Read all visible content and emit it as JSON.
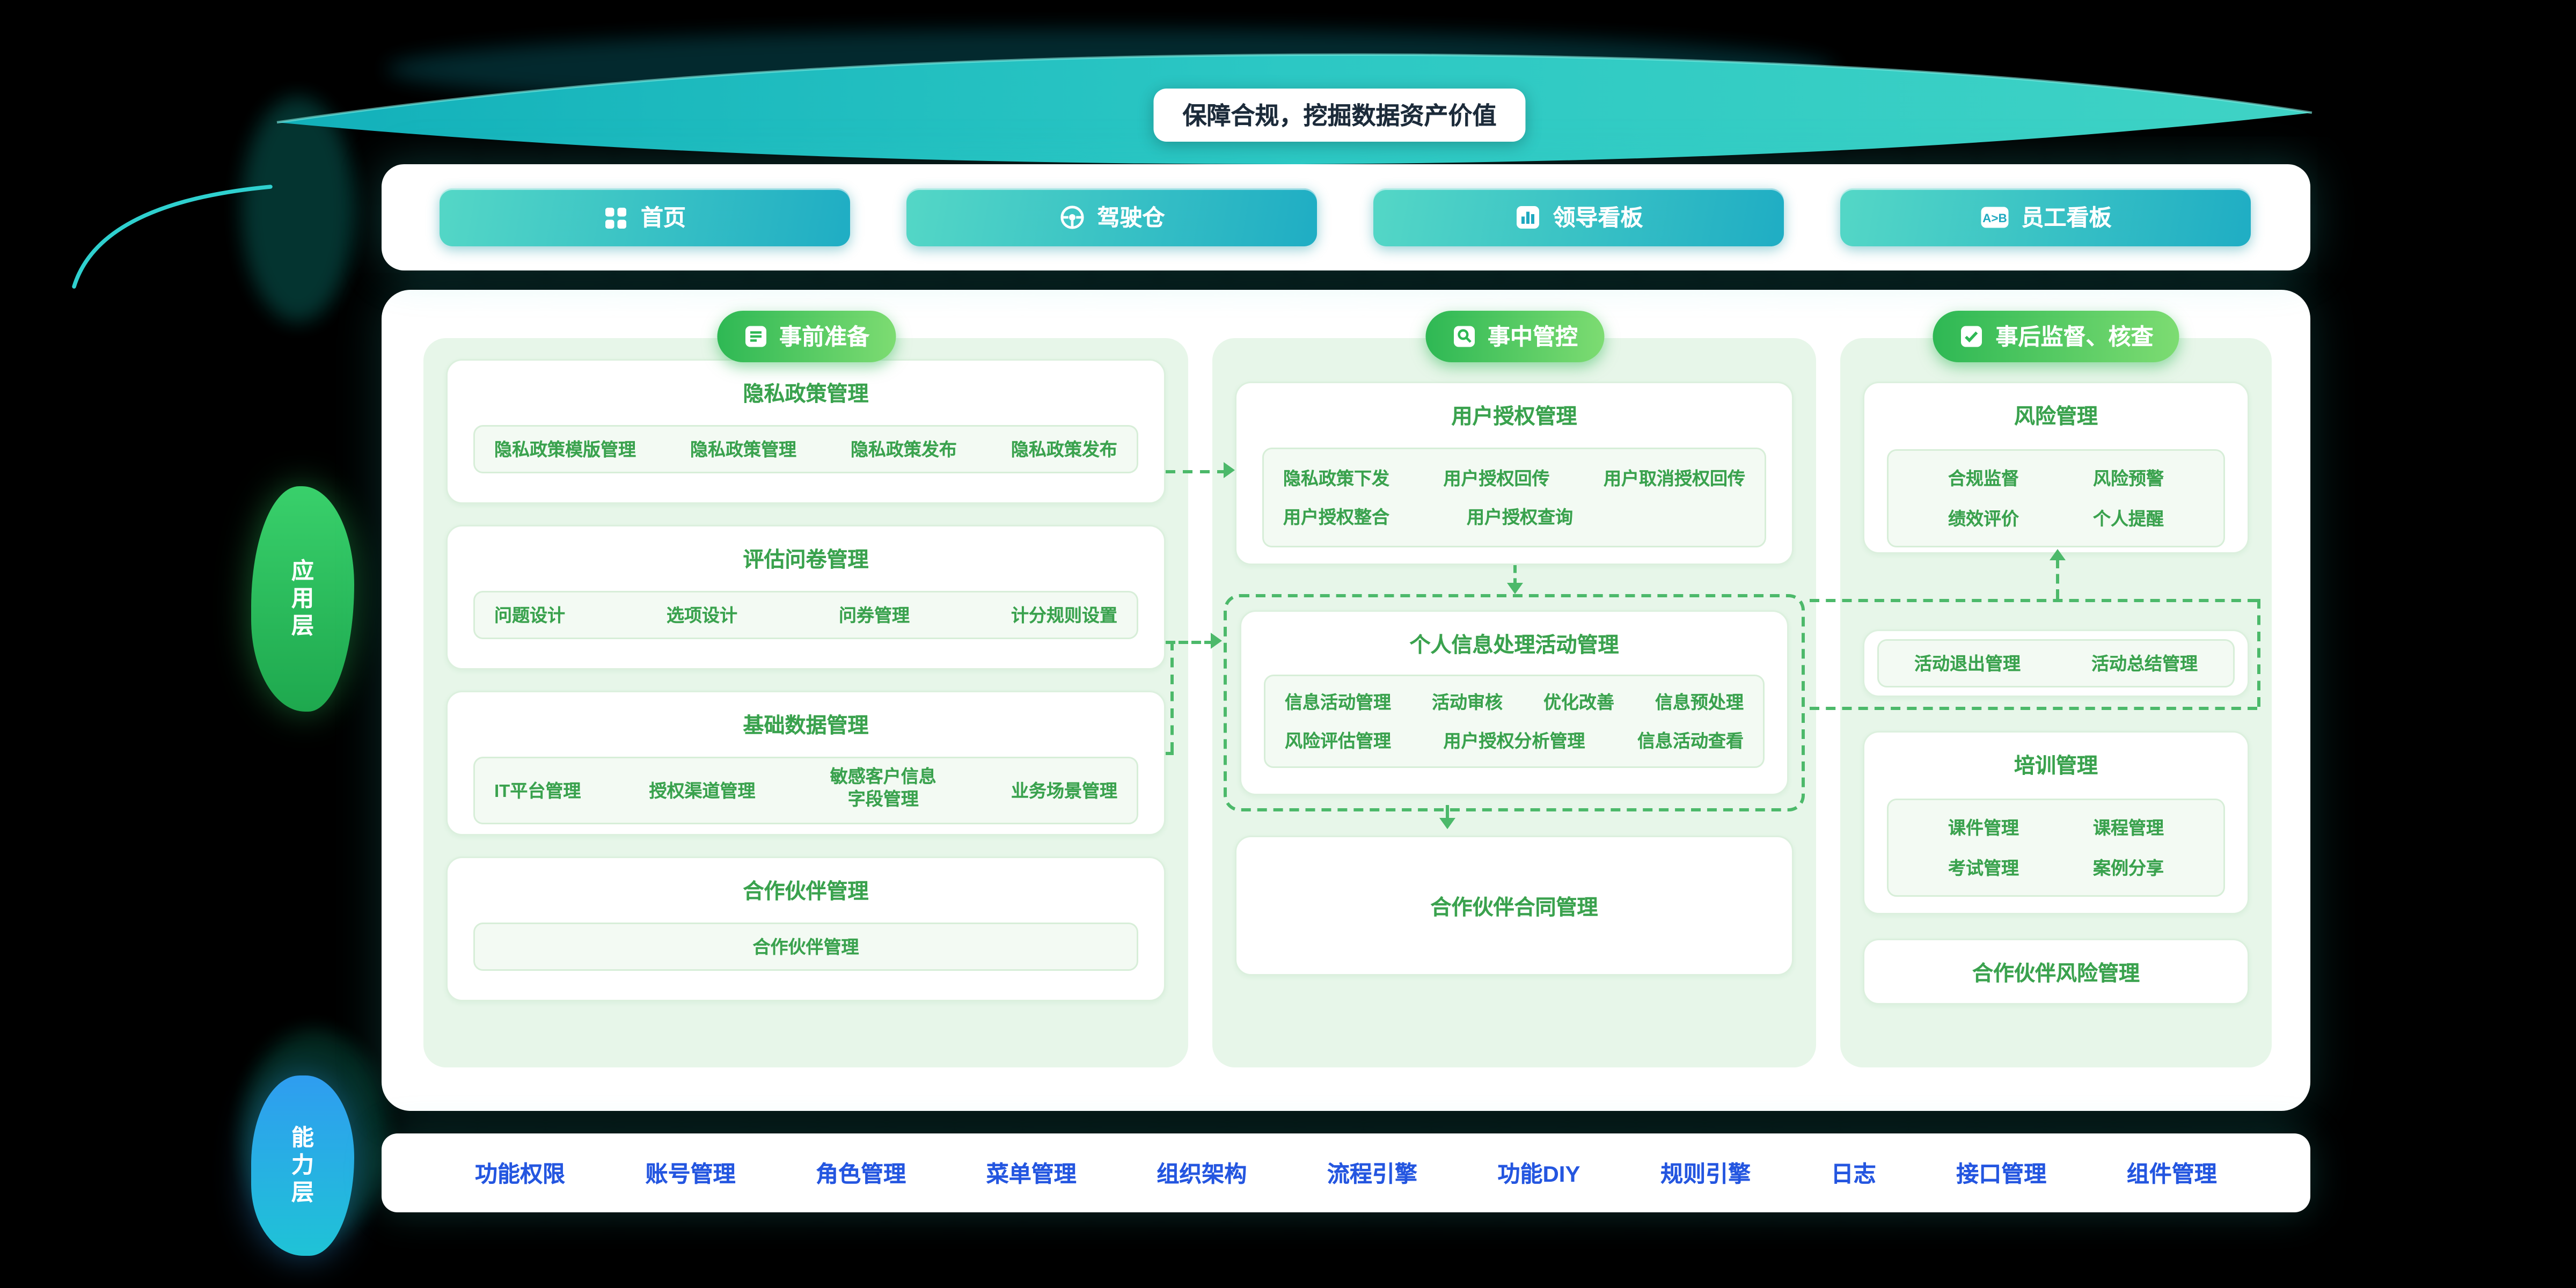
{
  "banner": {
    "title": "保障合规，挖掘数据资产价值"
  },
  "nav": {
    "items": [
      {
        "label": "首页",
        "icon": "grid-icon"
      },
      {
        "label": "驾驶仓",
        "icon": "steering-wheel-icon"
      },
      {
        "label": "领导看板",
        "icon": "bar-chart-icon"
      },
      {
        "label": "员工看板",
        "icon": "ab-compare-icon"
      }
    ]
  },
  "layers": {
    "application": "应用层",
    "capability": "能力层"
  },
  "columns": [
    {
      "header": "事前准备",
      "icon": "document-edit-icon",
      "cards": [
        {
          "title": "隐私政策管理",
          "items": [
            "隐私政策模版管理",
            "隐私政策管理",
            "隐私政策发布",
            "隐私政策发布"
          ]
        },
        {
          "title": "评估问卷管理",
          "items": [
            "问题设计",
            "选项设计",
            "问券管理",
            "计分规则设置"
          ]
        },
        {
          "title": "基础数据管理",
          "items": [
            "IT平台管理",
            "授权渠道管理",
            "敏感客户信息字段管理",
            "业务场景管理"
          ]
        },
        {
          "title": "合作伙伴管理",
          "items": [
            "合作伙伴管理"
          ]
        }
      ]
    },
    {
      "header": "事中管控",
      "icon": "monitor-search-icon",
      "cards": [
        {
          "title": "用户授权管理",
          "items": [
            "隐私政策下发",
            "用户授权回传",
            "用户取消授权回传",
            "用户授权整合",
            "用户授权查询"
          ]
        },
        {
          "title": "个人信息处理活动管理",
          "items": [
            "信息活动管理",
            "活动审核",
            "优化改善",
            "信息预处理",
            "风险评估管理",
            "用户授权分析管理",
            "信息活动查看"
          ]
        },
        {
          "title": "合作伙伴合同管理",
          "items": []
        }
      ]
    },
    {
      "header": "事后监督、核查",
      "icon": "checklist-icon",
      "cards": [
        {
          "title": "风险管理",
          "items": [
            "合规监督",
            "风险预警",
            "绩效评价",
            "个人提醒"
          ]
        },
        {
          "title": "",
          "items": [
            "活动退出管理",
            "活动总结管理"
          ]
        },
        {
          "title": "培训管理",
          "items": [
            "课件管理",
            "课程管理",
            "考试管理",
            "案例分享"
          ]
        },
        {
          "title": "合作伙伴风险管理",
          "items": []
        }
      ]
    }
  ],
  "footer": {
    "items": [
      "功能权限",
      "账号管理",
      "角色管理",
      "菜单管理",
      "组织架构",
      "流程引擎",
      "功能DIY",
      "规则引擎",
      "日志",
      "接口管理",
      "组件管理"
    ]
  },
  "colors": {
    "teal_accent": "#1fadc4",
    "green_accent": "#2eb854",
    "column_bg": "#e7f6e9",
    "item_text": "#3aa24e",
    "footer_text": "#2456e0"
  }
}
